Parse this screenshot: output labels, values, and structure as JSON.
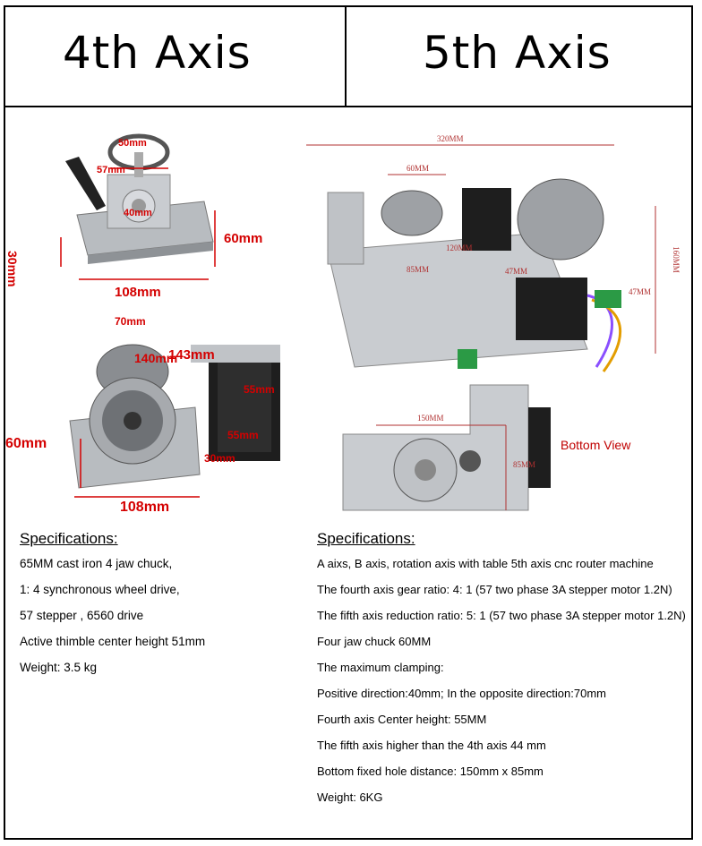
{
  "header": {
    "left_title": "4th Axis",
    "right_title": "5th Axis"
  },
  "left_photos": {
    "top_dims": {
      "d1": "60mm",
      "d2": "30mm",
      "d3": "108mm",
      "d4": "50mm",
      "d5": "57mm",
      "d6": "40mm"
    },
    "bottom_dims": {
      "d1": "70mm",
      "d2": "143mm",
      "d3": "140mm",
      "d4": "55mm",
      "d5": "55mm",
      "d6": "60mm",
      "d7": "30mm",
      "d8": "108mm"
    }
  },
  "right_photos": {
    "top_dims": {
      "d1": "320MM",
      "d2": "60MM",
      "d3": "160MM",
      "d4": "47MM",
      "d5": "47MM",
      "d6": "85MM",
      "d7": "120MM"
    },
    "bottom_dims": {
      "d1": "150MM",
      "d2": "85MM"
    },
    "bottom_view_label": "Bottom View"
  },
  "left_specs": {
    "title": "Specifications:",
    "lines": [
      "65MM cast iron 4 jaw chuck,",
      "1: 4 synchronous wheel drive,",
      "57 stepper , 6560 drive",
      "Active thimble center height 51mm",
      "Weight: 3.5 kg"
    ]
  },
  "right_specs": {
    "title": "Specifications:",
    "lines": [
      "A aixs, B axis, rotation axis with table 5th axis cnc router machine",
      "The fourth axis gear ratio: 4: 1 (57 two phase 3A stepper motor 1.2N)",
      "The fifth axis reduction ratio: 5: 1 (57 two phase 3A stepper motor 1.2N)",
      "Four jaw chuck 60MM",
      "The maximum clamping:",
      "Positive direction:40mm; In the opposite direction:70mm",
      "Fourth axis Center height: 55MM",
      "The fifth axis higher than the 4th axis 44 mm",
      "Bottom fixed hole distance: 150mm x 85mm",
      "Weight: 6KG"
    ]
  },
  "colors": {
    "dimension_red": "#d40000",
    "border": "#000000",
    "metal": "#b8bcc0"
  }
}
